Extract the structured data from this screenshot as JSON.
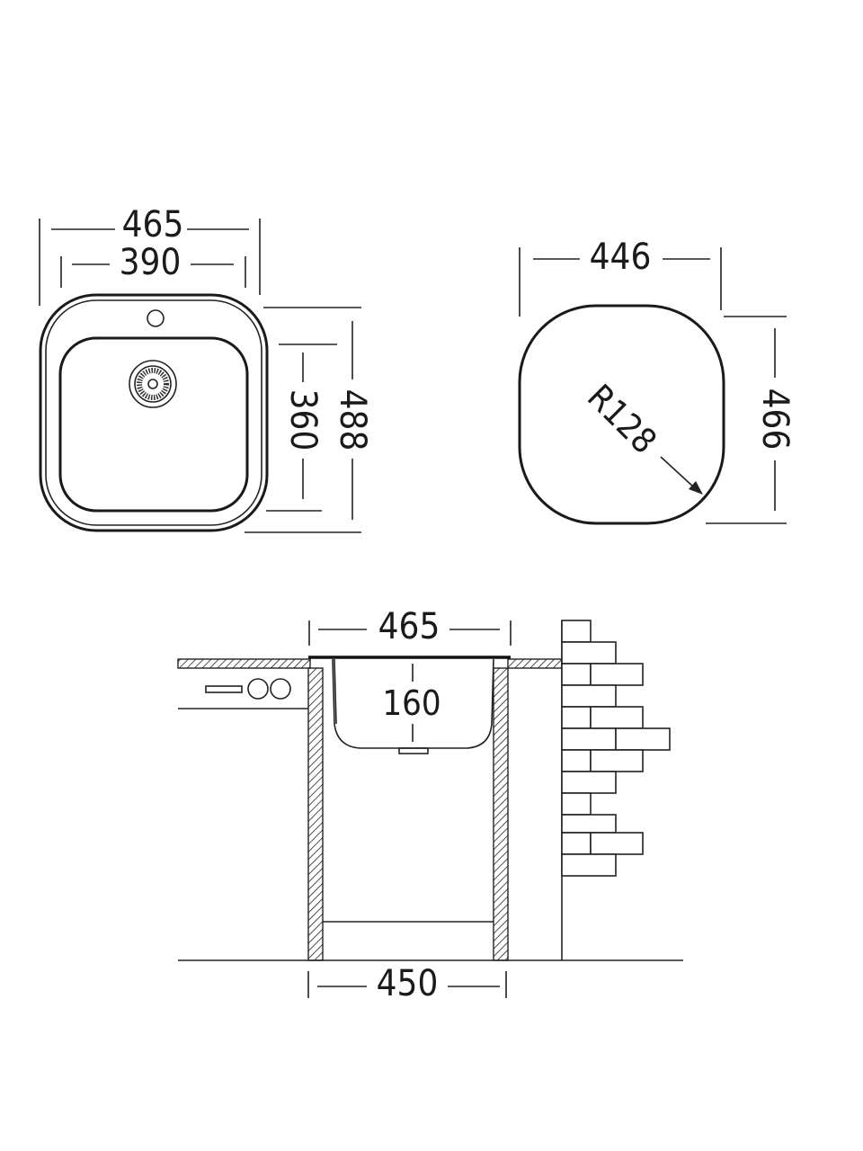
{
  "top_view": {
    "overall_width": "465",
    "bowl_width": "390",
    "bowl_length": "360",
    "overall_length": "488"
  },
  "cutout_view": {
    "width": "446",
    "length": "466",
    "corner_radius": "R128"
  },
  "side_view": {
    "sink_width": "465",
    "bowl_depth": "160",
    "cabinet_width": "450"
  },
  "colors": {
    "line": "#222222",
    "background": "#ffffff"
  }
}
